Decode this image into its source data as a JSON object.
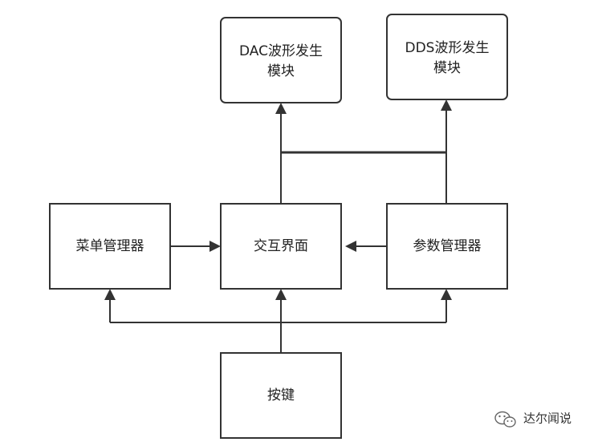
{
  "diagram": {
    "nodes": {
      "dac": {
        "line1": "DAC波形发生",
        "line2": "模块"
      },
      "dds": {
        "line1": "DDS波形发生",
        "line2": "模块"
      },
      "menu": {
        "label": "菜单管理器"
      },
      "ui": {
        "label": "交互界面"
      },
      "param": {
        "label": "参数管理器"
      },
      "keys": {
        "label": "按键"
      }
    },
    "edges": [
      {
        "from": "menu",
        "to": "ui"
      },
      {
        "from": "param",
        "to": "ui"
      },
      {
        "from": "ui",
        "to": "dac"
      },
      {
        "from": "ui",
        "to": "dds"
      },
      {
        "from": "keys",
        "to": "ui"
      },
      {
        "from": "keys",
        "to": "menu"
      },
      {
        "from": "keys",
        "to": "param"
      }
    ]
  },
  "watermark": {
    "text": "达尔闻说",
    "icon": "wechat-icon"
  },
  "colors": {
    "stroke": "#333333",
    "text": "#222222",
    "background": "#ffffff"
  }
}
